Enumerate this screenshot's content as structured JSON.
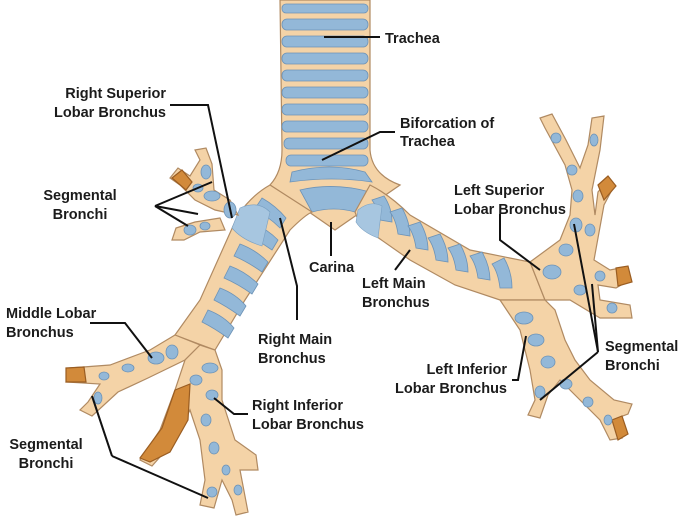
{
  "diagram": {
    "labels": {
      "trachea": "Trachea",
      "bifurcation_1": "Biforcation of",
      "bifurcation_2": "Trachea",
      "right_superior_1": "Right Superior",
      "right_superior_2": "Lobar Bronchus",
      "segmental_left_1": "Segmental",
      "segmental_left_2": "Bronchi",
      "left_superior_1": "Left Superior",
      "left_superior_2": "Lobar Bronchus",
      "carina": "Carina",
      "left_main_1": "Left Main",
      "left_main_2": "Bronchus",
      "middle_lobar_1": "Middle Lobar",
      "middle_lobar_2": "Bronchus",
      "right_main_1": "Right Main",
      "right_main_2": "Bronchus",
      "segmental_right_1": "Segmental",
      "segmental_right_2": "Bronchi",
      "left_inferior_1": "Left Inferior",
      "left_inferior_2": "Lobar Bronchus",
      "right_inferior_1": "Right Inferior",
      "right_inferior_2": "Lobar Bronchus",
      "segmental_bottom_1": "Segmental",
      "segmental_bottom_2": "Bronchi"
    },
    "colors": {
      "tissue": "#f4d3a7",
      "cartilage": "#93b8d8",
      "segment_tip": "#d28a3a"
    }
  }
}
